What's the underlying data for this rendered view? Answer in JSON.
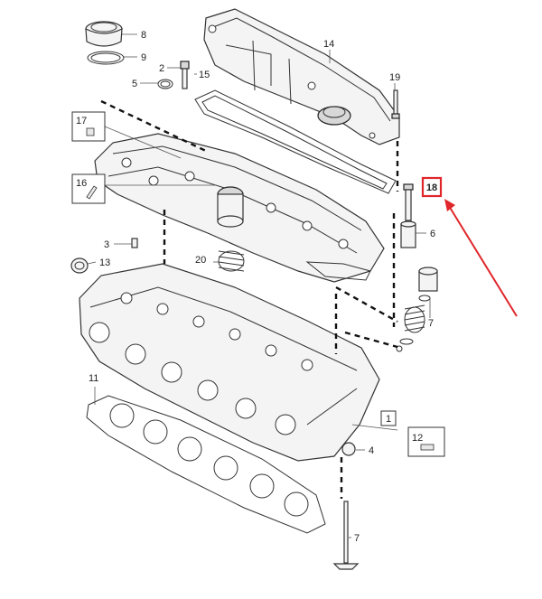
{
  "diagram": {
    "callouts": [
      "1",
      "2",
      "3",
      "4",
      "5",
      "6",
      "7",
      "7",
      "8",
      "9",
      "11",
      "12",
      "13",
      "14",
      "15",
      "16",
      "17",
      "18",
      "19",
      "20"
    ],
    "highlight_callout": "18",
    "colors": {
      "highlight": "#e0262a",
      "line": "#333333",
      "background": "#ffffff"
    }
  }
}
